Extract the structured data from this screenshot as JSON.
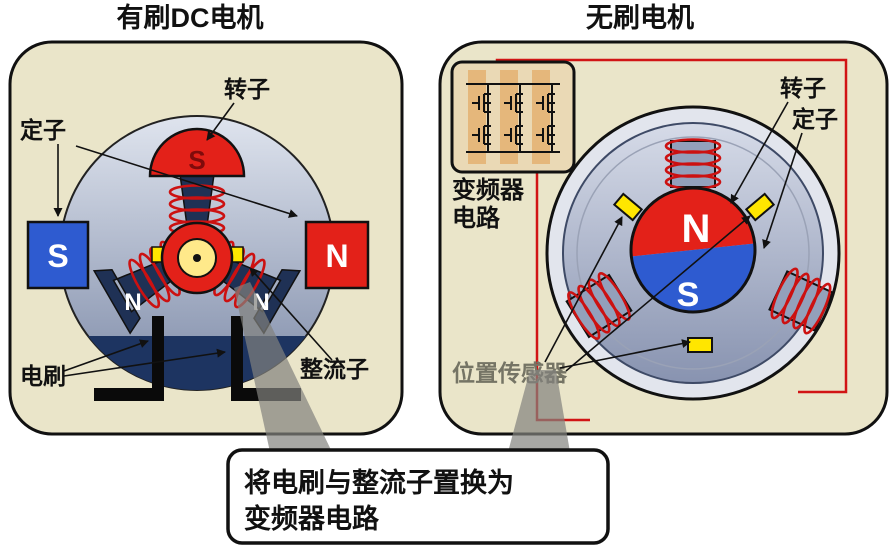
{
  "titles": {
    "left": "有刷DC电机",
    "right": "无刷电机"
  },
  "left_motor": {
    "labels": {
      "rotor": "转子",
      "stator": "定子",
      "brush": "电刷",
      "commutator": "整流子"
    },
    "pole_top": "S",
    "magnet_left": "S",
    "magnet_right": "N",
    "rotor_pole_left": "N",
    "rotor_pole_right": "N"
  },
  "right_motor": {
    "labels": {
      "rotor": "转子",
      "stator": "定子",
      "inverter_line1": "变频器",
      "inverter_line2": "电路",
      "position_sensor": "位置传感器"
    },
    "rotor_north": "N",
    "rotor_south": "S"
  },
  "callout": {
    "line1": "将电刷与整流子置换为",
    "line2": "变频器电路"
  },
  "colors": {
    "panel_beige": "#eae5c9",
    "magnet_red": "#e32119",
    "magnet_blue": "#2e5bd0",
    "coil_red": "#cc1111",
    "sensor_yellow": "#ffe600",
    "rotor_dark": "#1f3155",
    "wire_red": "#d11414"
  }
}
